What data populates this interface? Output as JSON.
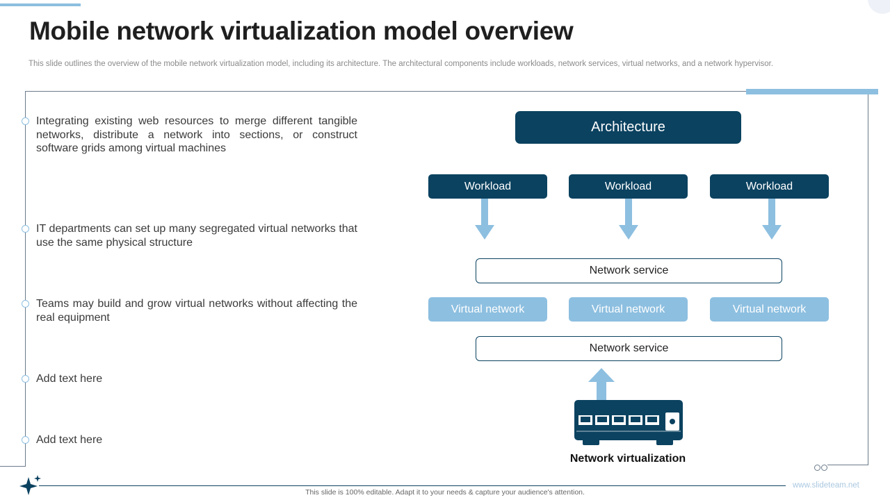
{
  "slide": {
    "title": "Mobile network virtualization model overview",
    "subtitle": "This slide outlines the overview of the mobile network virtualization model, including its architecture. The architectural components include workloads, network services, virtual networks, and a network hypervisor."
  },
  "bullets": [
    "Integrating existing web resources to merge different tangible networks, distribute a network into sections, or construct software grids among virtual machines",
    "IT departments can set up many segregated virtual networks that use the same physical structure",
    "Teams may build and grow virtual networks without affecting the real equipment",
    "Add text here",
    "Add text here"
  ],
  "diagram": {
    "architecture_label": "Architecture",
    "workloads": [
      "Workload",
      "Workload",
      "Workload"
    ],
    "network_service_top": "Network service",
    "virtual_networks": [
      "Virtual network",
      "Virtual network",
      "Virtual network"
    ],
    "network_service_bottom": "Network service",
    "device_caption": "Network virtualization"
  },
  "footer": {
    "note": "This slide is 100% editable.  Adapt it to your needs & capture your audience's attention.",
    "site": "www.slideteam.net"
  },
  "colors": {
    "dark_navy": "#0b4260",
    "light_blue": "#8dbfe0",
    "frame_gray": "#6b7a8a"
  },
  "icons": [
    "sparkle-icon",
    "router-device-icon",
    "arrow-down-icon",
    "arrow-up-icon"
  ]
}
